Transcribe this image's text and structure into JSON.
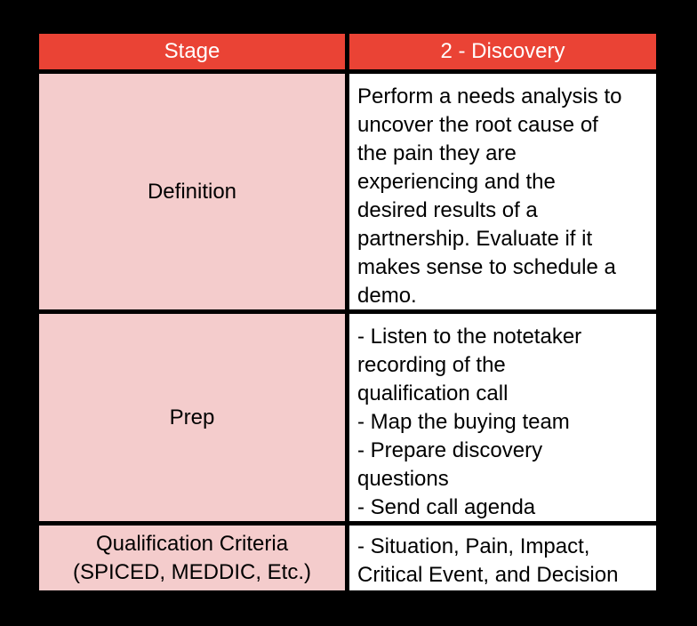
{
  "table": {
    "header": {
      "col1": "Stage",
      "col2": "2 - Discovery"
    },
    "rows": [
      {
        "label": "Definition",
        "content": "Perform a needs analysis to\nuncover the root cause of\nthe pain they are\nexperiencing and the\ndesired results of a\npartnership. Evaluate if it\nmakes sense to schedule a\ndemo."
      },
      {
        "label": "Prep",
        "content": "- Listen to the notetaker\nrecording of the\nqualification call\n- Map the buying team\n- Prepare discovery\nquestions\n- Send call agenda"
      },
      {
        "label": "Qualification Criteria\n(SPICED, MEDDIC, Etc.)",
        "content": "- Situation, Pain, Impact,\nCritical Event, and Decision"
      }
    ]
  },
  "colors": {
    "header_bg": "#EA4335",
    "label_bg": "#F4CCCC",
    "content_bg": "#FFFFFF",
    "grid": "#000000"
  }
}
